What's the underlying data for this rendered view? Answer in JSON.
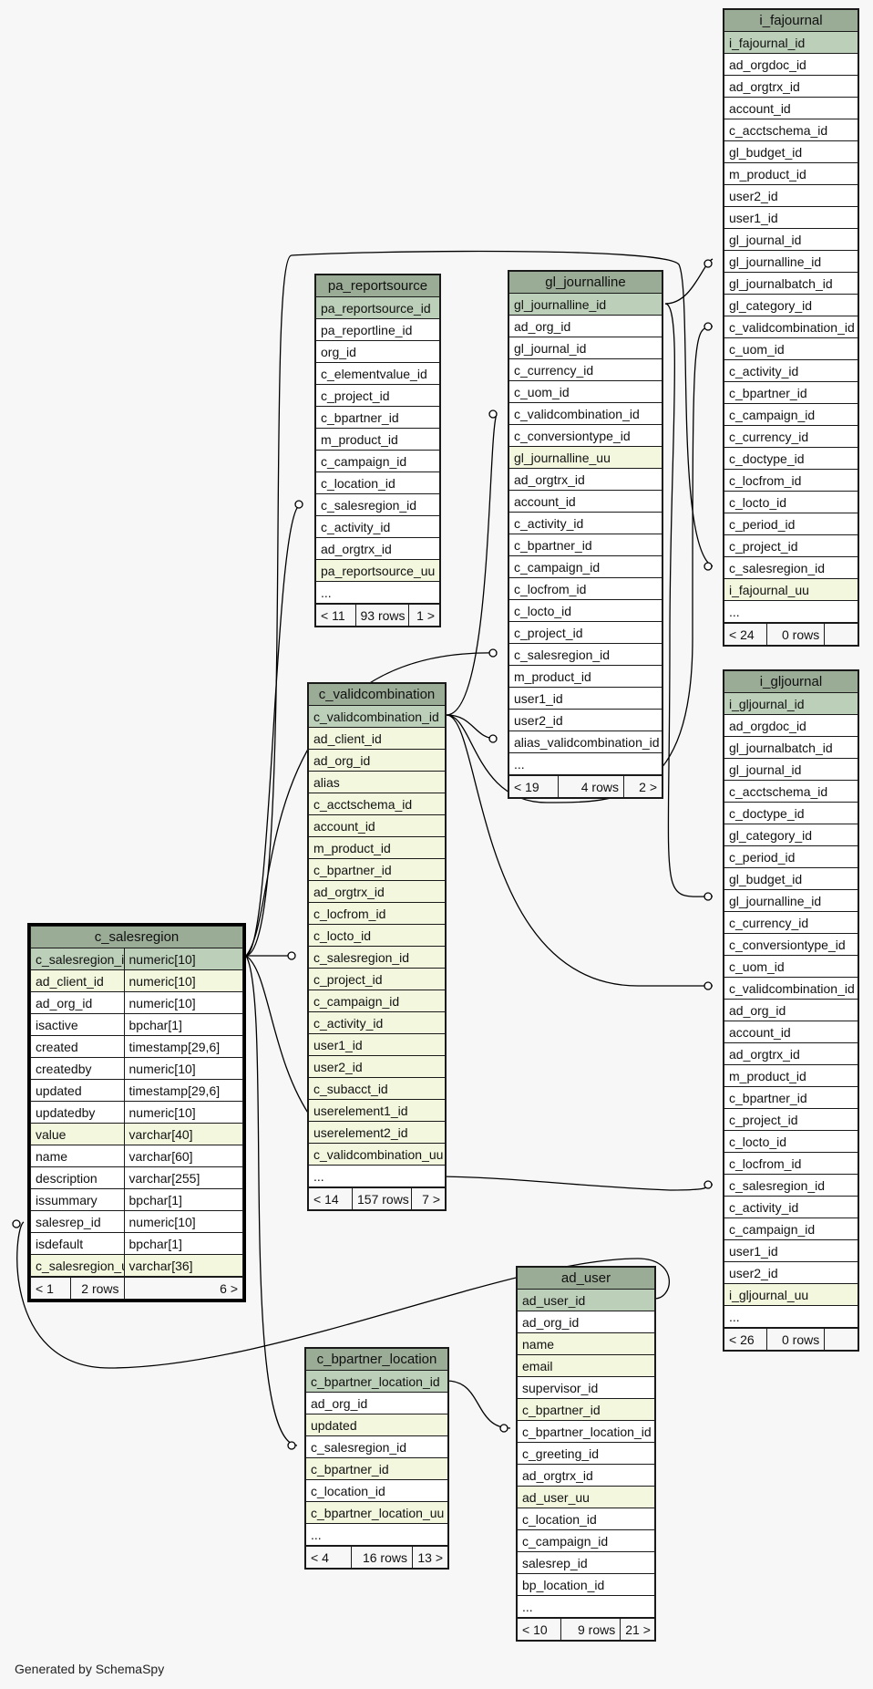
{
  "footer": "Generated by SchemaSpy",
  "tables": [
    {
      "id": "c_salesregion",
      "name": "c_salesregion",
      "rows": [
        {
          "col": "c_salesregion_id",
          "type": "numeric[10]",
          "style": "pk"
        },
        {
          "col": "ad_client_id",
          "type": "numeric[10]",
          "style": "nn"
        },
        {
          "col": "ad_org_id",
          "type": "numeric[10]",
          "style": "plain"
        },
        {
          "col": "isactive",
          "type": "bpchar[1]",
          "style": "plain"
        },
        {
          "col": "created",
          "type": "timestamp[29,6]",
          "style": "plain"
        },
        {
          "col": "createdby",
          "type": "numeric[10]",
          "style": "plain"
        },
        {
          "col": "updated",
          "type": "timestamp[29,6]",
          "style": "plain"
        },
        {
          "col": "updatedby",
          "type": "numeric[10]",
          "style": "plain"
        },
        {
          "col": "value",
          "type": "varchar[40]",
          "style": "nn"
        },
        {
          "col": "name",
          "type": "varchar[60]",
          "style": "plain"
        },
        {
          "col": "description",
          "type": "varchar[255]",
          "style": "plain"
        },
        {
          "col": "issummary",
          "type": "bpchar[1]",
          "style": "plain"
        },
        {
          "col": "salesrep_id",
          "type": "numeric[10]",
          "style": "plain"
        },
        {
          "col": "isdefault",
          "type": "bpchar[1]",
          "style": "plain"
        },
        {
          "col": "c_salesregion_uu",
          "type": "varchar[36]",
          "style": "nn"
        }
      ],
      "footer": {
        "left": "< 1",
        "mid": "2 rows",
        "right": "6 >"
      }
    },
    {
      "id": "pa_reportsource",
      "name": "pa_reportsource",
      "rows": [
        {
          "col": "pa_reportsource_id",
          "style": "pk"
        },
        {
          "col": "pa_reportline_id",
          "style": "plain"
        },
        {
          "col": "org_id",
          "style": "plain"
        },
        {
          "col": "c_elementvalue_id",
          "style": "plain"
        },
        {
          "col": "c_project_id",
          "style": "plain"
        },
        {
          "col": "c_bpartner_id",
          "style": "plain"
        },
        {
          "col": "m_product_id",
          "style": "plain"
        },
        {
          "col": "c_campaign_id",
          "style": "plain"
        },
        {
          "col": "c_location_id",
          "style": "plain"
        },
        {
          "col": "c_salesregion_id",
          "style": "plain"
        },
        {
          "col": "c_activity_id",
          "style": "plain"
        },
        {
          "col": "ad_orgtrx_id",
          "style": "plain"
        },
        {
          "col": "pa_reportsource_uu",
          "style": "nn"
        },
        {
          "col": "...",
          "style": "plain"
        }
      ],
      "footer": {
        "left": "< 11",
        "mid": "93 rows",
        "right": "1 >"
      }
    },
    {
      "id": "c_validcombination",
      "name": "c_validcombination",
      "rows": [
        {
          "col": "c_validcombination_id",
          "style": "pk"
        },
        {
          "col": "ad_client_id",
          "style": "nn"
        },
        {
          "col": "ad_org_id",
          "style": "nn"
        },
        {
          "col": "alias",
          "style": "nn"
        },
        {
          "col": "c_acctschema_id",
          "style": "nn"
        },
        {
          "col": "account_id",
          "style": "nn"
        },
        {
          "col": "m_product_id",
          "style": "nn"
        },
        {
          "col": "c_bpartner_id",
          "style": "nn"
        },
        {
          "col": "ad_orgtrx_id",
          "style": "nn"
        },
        {
          "col": "c_locfrom_id",
          "style": "nn"
        },
        {
          "col": "c_locto_id",
          "style": "nn"
        },
        {
          "col": "c_salesregion_id",
          "style": "nn"
        },
        {
          "col": "c_project_id",
          "style": "nn"
        },
        {
          "col": "c_campaign_id",
          "style": "nn"
        },
        {
          "col": "c_activity_id",
          "style": "nn"
        },
        {
          "col": "user1_id",
          "style": "nn"
        },
        {
          "col": "user2_id",
          "style": "nn"
        },
        {
          "col": "c_subacct_id",
          "style": "nn"
        },
        {
          "col": "userelement1_id",
          "style": "nn"
        },
        {
          "col": "userelement2_id",
          "style": "nn"
        },
        {
          "col": "c_validcombination_uu",
          "style": "nn"
        },
        {
          "col": "...",
          "style": "plain"
        }
      ],
      "footer": {
        "left": "< 14",
        "mid": "157 rows",
        "right": "7 >"
      }
    },
    {
      "id": "gl_journalline",
      "name": "gl_journalline",
      "rows": [
        {
          "col": "gl_journalline_id",
          "style": "pk"
        },
        {
          "col": "ad_org_id",
          "style": "plain"
        },
        {
          "col": "gl_journal_id",
          "style": "plain"
        },
        {
          "col": "c_currency_id",
          "style": "plain"
        },
        {
          "col": "c_uom_id",
          "style": "plain"
        },
        {
          "col": "c_validcombination_id",
          "style": "plain"
        },
        {
          "col": "c_conversiontype_id",
          "style": "plain"
        },
        {
          "col": "gl_journalline_uu",
          "style": "nn"
        },
        {
          "col": "ad_orgtrx_id",
          "style": "plain"
        },
        {
          "col": "account_id",
          "style": "plain"
        },
        {
          "col": "c_activity_id",
          "style": "plain"
        },
        {
          "col": "c_bpartner_id",
          "style": "plain"
        },
        {
          "col": "c_campaign_id",
          "style": "plain"
        },
        {
          "col": "c_locfrom_id",
          "style": "plain"
        },
        {
          "col": "c_locto_id",
          "style": "plain"
        },
        {
          "col": "c_project_id",
          "style": "plain"
        },
        {
          "col": "c_salesregion_id",
          "style": "plain"
        },
        {
          "col": "m_product_id",
          "style": "plain"
        },
        {
          "col": "user1_id",
          "style": "plain"
        },
        {
          "col": "user2_id",
          "style": "plain"
        },
        {
          "col": "alias_validcombination_id",
          "style": "plain"
        },
        {
          "col": "...",
          "style": "plain"
        }
      ],
      "footer": {
        "left": "< 19",
        "mid": "4 rows",
        "right": "2 >"
      }
    },
    {
      "id": "i_fajournal",
      "name": "i_fajournal",
      "rows": [
        {
          "col": "i_fajournal_id",
          "style": "pk"
        },
        {
          "col": "ad_orgdoc_id",
          "style": "plain"
        },
        {
          "col": "ad_orgtrx_id",
          "style": "plain"
        },
        {
          "col": "account_id",
          "style": "plain"
        },
        {
          "col": "c_acctschema_id",
          "style": "plain"
        },
        {
          "col": "gl_budget_id",
          "style": "plain"
        },
        {
          "col": "m_product_id",
          "style": "plain"
        },
        {
          "col": "user2_id",
          "style": "plain"
        },
        {
          "col": "user1_id",
          "style": "plain"
        },
        {
          "col": "gl_journal_id",
          "style": "plain"
        },
        {
          "col": "gl_journalline_id",
          "style": "plain"
        },
        {
          "col": "gl_journalbatch_id",
          "style": "plain"
        },
        {
          "col": "gl_category_id",
          "style": "plain"
        },
        {
          "col": "c_validcombination_id",
          "style": "plain"
        },
        {
          "col": "c_uom_id",
          "style": "plain"
        },
        {
          "col": "c_activity_id",
          "style": "plain"
        },
        {
          "col": "c_bpartner_id",
          "style": "plain"
        },
        {
          "col": "c_campaign_id",
          "style": "plain"
        },
        {
          "col": "c_currency_id",
          "style": "plain"
        },
        {
          "col": "c_doctype_id",
          "style": "plain"
        },
        {
          "col": "c_locfrom_id",
          "style": "plain"
        },
        {
          "col": "c_locto_id",
          "style": "plain"
        },
        {
          "col": "c_period_id",
          "style": "plain"
        },
        {
          "col": "c_project_id",
          "style": "plain"
        },
        {
          "col": "c_salesregion_id",
          "style": "plain"
        },
        {
          "col": "i_fajournal_uu",
          "style": "nn"
        },
        {
          "col": "...",
          "style": "plain"
        }
      ],
      "footer": {
        "left": "< 24",
        "mid": "0 rows",
        "right": ""
      }
    },
    {
      "id": "i_gljournal",
      "name": "i_gljournal",
      "rows": [
        {
          "col": "i_gljournal_id",
          "style": "pk"
        },
        {
          "col": "ad_orgdoc_id",
          "style": "plain"
        },
        {
          "col": "gl_journalbatch_id",
          "style": "plain"
        },
        {
          "col": "gl_journal_id",
          "style": "plain"
        },
        {
          "col": "c_acctschema_id",
          "style": "plain"
        },
        {
          "col": "c_doctype_id",
          "style": "plain"
        },
        {
          "col": "gl_category_id",
          "style": "plain"
        },
        {
          "col": "c_period_id",
          "style": "plain"
        },
        {
          "col": "gl_budget_id",
          "style": "plain"
        },
        {
          "col": "gl_journalline_id",
          "style": "plain"
        },
        {
          "col": "c_currency_id",
          "style": "plain"
        },
        {
          "col": "c_conversiontype_id",
          "style": "plain"
        },
        {
          "col": "c_uom_id",
          "style": "plain"
        },
        {
          "col": "c_validcombination_id",
          "style": "plain"
        },
        {
          "col": "ad_org_id",
          "style": "plain"
        },
        {
          "col": "account_id",
          "style": "plain"
        },
        {
          "col": "ad_orgtrx_id",
          "style": "plain"
        },
        {
          "col": "m_product_id",
          "style": "plain"
        },
        {
          "col": "c_bpartner_id",
          "style": "plain"
        },
        {
          "col": "c_project_id",
          "style": "plain"
        },
        {
          "col": "c_locto_id",
          "style": "plain"
        },
        {
          "col": "c_locfrom_id",
          "style": "plain"
        },
        {
          "col": "c_salesregion_id",
          "style": "plain"
        },
        {
          "col": "c_activity_id",
          "style": "plain"
        },
        {
          "col": "c_campaign_id",
          "style": "plain"
        },
        {
          "col": "user1_id",
          "style": "plain"
        },
        {
          "col": "user2_id",
          "style": "plain"
        },
        {
          "col": "i_gljournal_uu",
          "style": "nn"
        },
        {
          "col": "...",
          "style": "plain"
        }
      ],
      "footer": {
        "left": "< 26",
        "mid": "0 rows",
        "right": ""
      }
    },
    {
      "id": "ad_user",
      "name": "ad_user",
      "rows": [
        {
          "col": "ad_user_id",
          "style": "pk"
        },
        {
          "col": "ad_org_id",
          "style": "plain"
        },
        {
          "col": "name",
          "style": "nn"
        },
        {
          "col": "email",
          "style": "nn"
        },
        {
          "col": "supervisor_id",
          "style": "plain"
        },
        {
          "col": "c_bpartner_id",
          "style": "nn"
        },
        {
          "col": "c_bpartner_location_id",
          "style": "plain"
        },
        {
          "col": "c_greeting_id",
          "style": "plain"
        },
        {
          "col": "ad_orgtrx_id",
          "style": "plain"
        },
        {
          "col": "ad_user_uu",
          "style": "nn"
        },
        {
          "col": "c_location_id",
          "style": "plain"
        },
        {
          "col": "c_campaign_id",
          "style": "plain"
        },
        {
          "col": "salesrep_id",
          "style": "plain"
        },
        {
          "col": "bp_location_id",
          "style": "plain"
        },
        {
          "col": "...",
          "style": "plain"
        }
      ],
      "footer": {
        "left": "< 10",
        "mid": "9 rows",
        "right": "21 >"
      }
    },
    {
      "id": "c_bpartner_location",
      "name": "c_bpartner_location",
      "rows": [
        {
          "col": "c_bpartner_location_id",
          "style": "pk"
        },
        {
          "col": "ad_org_id",
          "style": "plain"
        },
        {
          "col": "updated",
          "style": "nn"
        },
        {
          "col": "c_salesregion_id",
          "style": "plain"
        },
        {
          "col": "c_bpartner_id",
          "style": "nn"
        },
        {
          "col": "c_location_id",
          "style": "plain"
        },
        {
          "col": "c_bpartner_location_uu",
          "style": "nn"
        },
        {
          "col": "...",
          "style": "plain"
        }
      ],
      "footer": {
        "left": "< 4",
        "mid": "16 rows",
        "right": "13 >"
      }
    }
  ],
  "relationships": [
    {
      "from": "c_salesregion.c_salesregion_id",
      "to": "pa_reportsource.c_salesregion_id"
    },
    {
      "from": "c_salesregion.c_salesregion_id",
      "to": "c_validcombination.c_salesregion_id"
    },
    {
      "from": "c_salesregion.c_salesregion_id",
      "to": "gl_journalline.c_salesregion_id"
    },
    {
      "from": "c_salesregion.c_salesregion_id",
      "to": "i_fajournal.c_salesregion_id"
    },
    {
      "from": "c_salesregion.c_salesregion_id",
      "to": "i_gljournal.c_salesregion_id"
    },
    {
      "from": "c_salesregion.c_salesregion_id",
      "to": "c_bpartner_location.c_salesregion_id"
    },
    {
      "from": "ad_user.ad_user_id",
      "to": "c_salesregion.salesrep_id"
    },
    {
      "from": "c_validcombination.c_validcombination_id",
      "to": "gl_journalline.c_validcombination_id"
    },
    {
      "from": "c_validcombination.c_validcombination_id",
      "to": "gl_journalline.alias_validcombination_id"
    },
    {
      "from": "c_validcombination.c_validcombination_id",
      "to": "i_fajournal.c_validcombination_id"
    },
    {
      "from": "c_validcombination.c_validcombination_id",
      "to": "i_gljournal.c_validcombination_id"
    },
    {
      "from": "gl_journalline.gl_journalline_id",
      "to": "i_fajournal.gl_journalline_id"
    },
    {
      "from": "gl_journalline.gl_journalline_id",
      "to": "i_gljournal.gl_journalline_id"
    },
    {
      "from": "c_bpartner_location.c_bpartner_location_id",
      "to": "ad_user.c_bpartner_location_id"
    }
  ]
}
